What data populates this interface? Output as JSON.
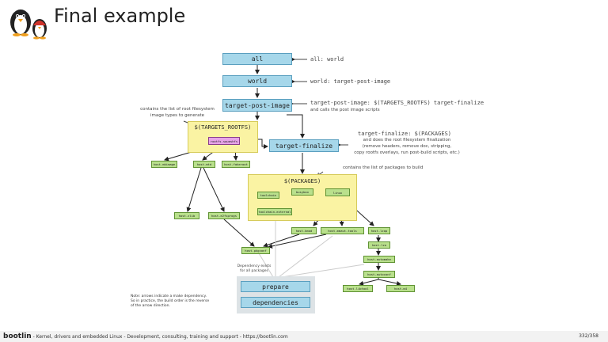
{
  "title": "Final example",
  "nodes": {
    "all": "all",
    "world": "world",
    "target_post_image": "target-post-image",
    "targets_rootfs_title": "$(TARGETS_ROOTFS)",
    "rootfs_squashfs": "rootfs-squashfs",
    "target_finalize": "target-finalize",
    "host_mkimage": "host-mkimage",
    "host_mtd": "host-mtd",
    "host_fakeroot": "host-fakeroot",
    "packages_title": "$(PACKAGES)",
    "toolchain": "toolchain",
    "busybox": "busybox",
    "linux": "linux",
    "toolchain_external": "toolchain-external",
    "host_zlib": "host-zlib",
    "host_e2fsprogs": "host-e2fsprogs",
    "host_kmod": "host-kmod",
    "host_pkgconf": "host-pkgconf",
    "host_mmaut_tools": "host-mmaut-tools",
    "host_lzop": "host-lzop",
    "host_lzo": "host-lzo",
    "host_automake": "host-automake",
    "host_autoconf": "host-autoconf",
    "host_libtool": "host-libtool",
    "host_m4": "host-m4",
    "prepare": "prepare",
    "dependencies": "dependencies"
  },
  "annotations": {
    "all_world": "all: world",
    "world_tpi": "world: target-post-image",
    "tpi_rule": "target-post-image: $(TARGETS_ROOTFS) target-finalize",
    "tpi_desc": "and calls the post image scripts",
    "rootfs_desc_1": "contains the list of root filesystem",
    "rootfs_desc_2": "image types to generate",
    "tf_rule": "target-finalize: $(PACKAGES)",
    "tf_desc_1": "and does the root filesystem finalization",
    "tf_desc_2": "(remove headers, remove doc, stripping,",
    "tf_desc_3": "copy rootfs overlays, run post-build scripts, etc.)",
    "packages_desc": "contains the list of packages to build",
    "dep_exists_1": "Dependency exists",
    "dep_exists_2": "for all packages",
    "note": "Note: arrows indicate a make dependency. So in practice, the build order is the reverse of the arrow direction."
  },
  "footer": {
    "logo": "bootlin",
    "text": " - Kernel, drivers and embedded Linux - Development, consulting, training and support - https://bootlin.com",
    "page": "332/358"
  },
  "colors": {
    "blue_node": "#a6d7ea",
    "green_node": "#b9e08c",
    "pink_node": "#e6a3e8",
    "yellow_box": "#faf3a3",
    "grey_box": "#dde3e6"
  }
}
